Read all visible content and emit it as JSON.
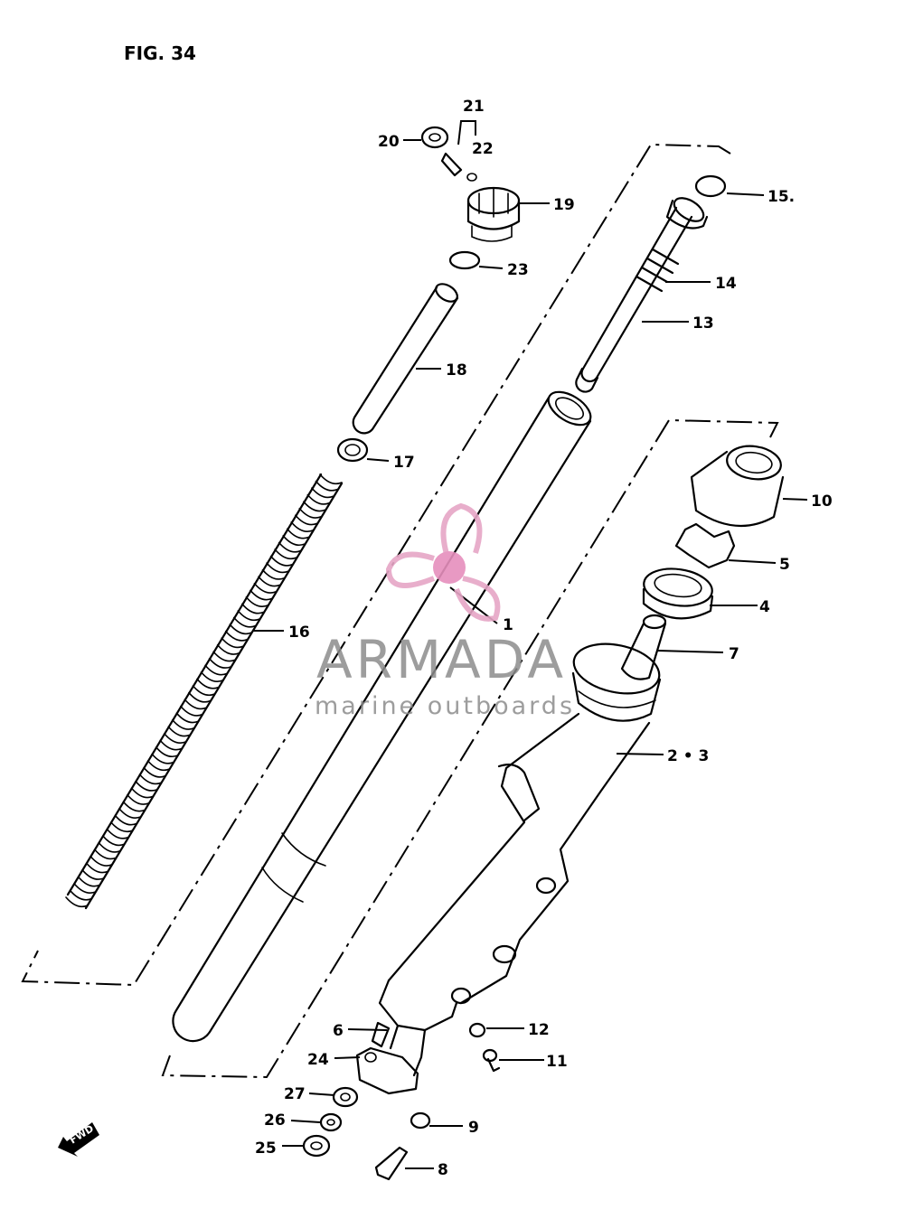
{
  "figure": {
    "title": "FIG. 34"
  },
  "watermark": {
    "brand": "ARMADA",
    "tagline": "marine outboards",
    "colors": {
      "logo": "#e6a6c6",
      "hub": "#e68fbd",
      "text": "#8c8c8c"
    }
  },
  "fwd_marker": {
    "label": "FWD",
    "icon": "arrow-left-icon"
  },
  "callouts": [
    {
      "id": "1",
      "label": "1"
    },
    {
      "id": "2-3",
      "label": "2 • 3"
    },
    {
      "id": "4",
      "label": "4"
    },
    {
      "id": "5",
      "label": "5"
    },
    {
      "id": "6",
      "label": "6"
    },
    {
      "id": "7",
      "label": "7"
    },
    {
      "id": "8",
      "label": "8"
    },
    {
      "id": "9",
      "label": "9"
    },
    {
      "id": "10",
      "label": "10"
    },
    {
      "id": "11",
      "label": "11"
    },
    {
      "id": "12",
      "label": "12"
    },
    {
      "id": "13",
      "label": "13"
    },
    {
      "id": "14",
      "label": "14"
    },
    {
      "id": "15",
      "label": "15."
    },
    {
      "id": "16",
      "label": "16"
    },
    {
      "id": "17",
      "label": "17"
    },
    {
      "id": "18",
      "label": "18"
    },
    {
      "id": "19",
      "label": "19"
    },
    {
      "id": "20",
      "label": "20"
    },
    {
      "id": "21",
      "label": "21"
    },
    {
      "id": "22",
      "label": "22"
    },
    {
      "id": "23",
      "label": "23"
    },
    {
      "id": "24",
      "label": "24"
    },
    {
      "id": "25",
      "label": "25"
    },
    {
      "id": "26",
      "label": "26"
    },
    {
      "id": "27",
      "label": "27"
    }
  ]
}
